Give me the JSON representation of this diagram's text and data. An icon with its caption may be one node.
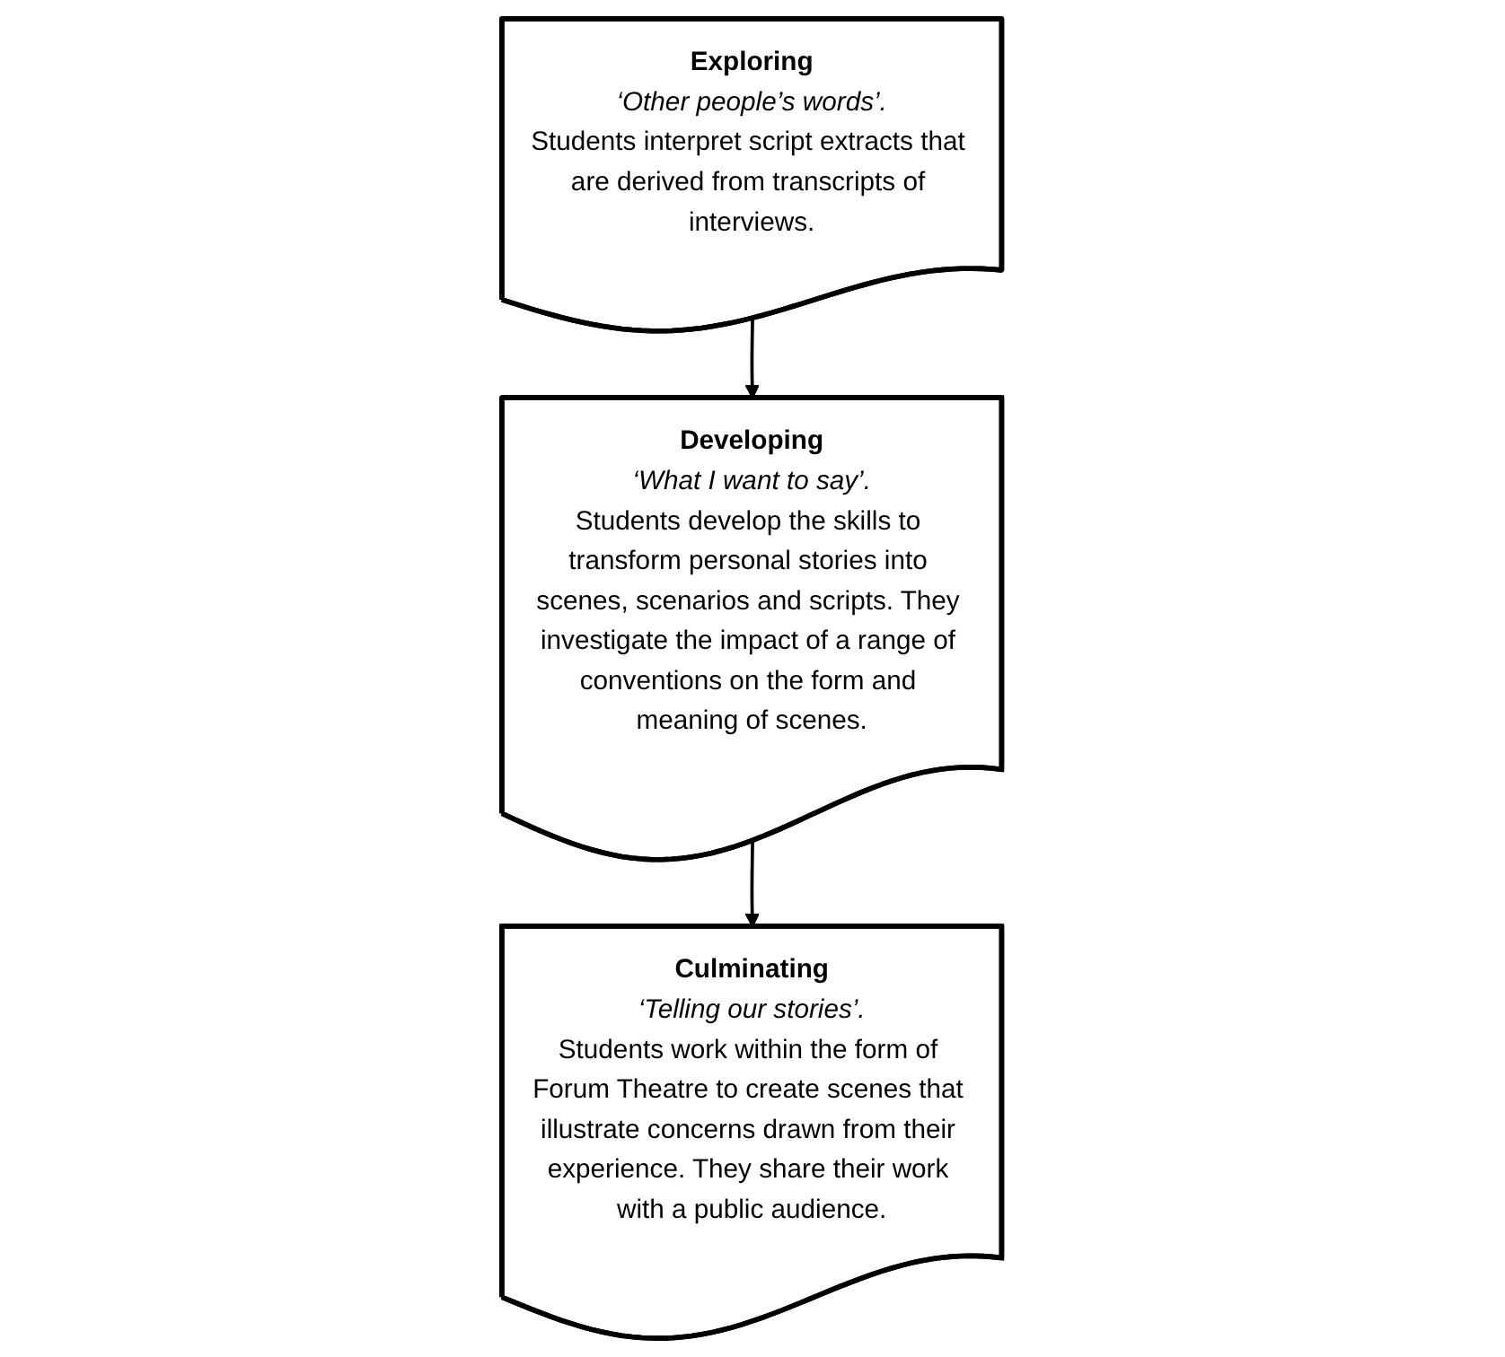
{
  "diagram": {
    "nodes": [
      {
        "text": [
          "Exploring",
          "‘Other people’s words’.",
          "Students interpret script extracts that are derived from transcripts of interviews."
        ]
      },
      {
        "text": [
          "Developing",
          "‘What I want to say’.",
          "Students develop the skills to transform personal stories into scenes, scenarios and scripts. They investigate the impact of a range of conventions on the form and meaning of scenes."
        ]
      },
      {
        "text": [
          "Culminating",
          "‘Telling our stories’.",
          "Students work within the form of Forum Theatre to create scenes that illustrate concerns drawn from their experience. They share their work with a public audience."
        ]
      }
    ],
    "edges": [
      {
        "from": 0,
        "to": 1,
        "arrow": "to"
      },
      {
        "from": 1,
        "to": 2,
        "arrow": "to"
      }
    ]
  }
}
